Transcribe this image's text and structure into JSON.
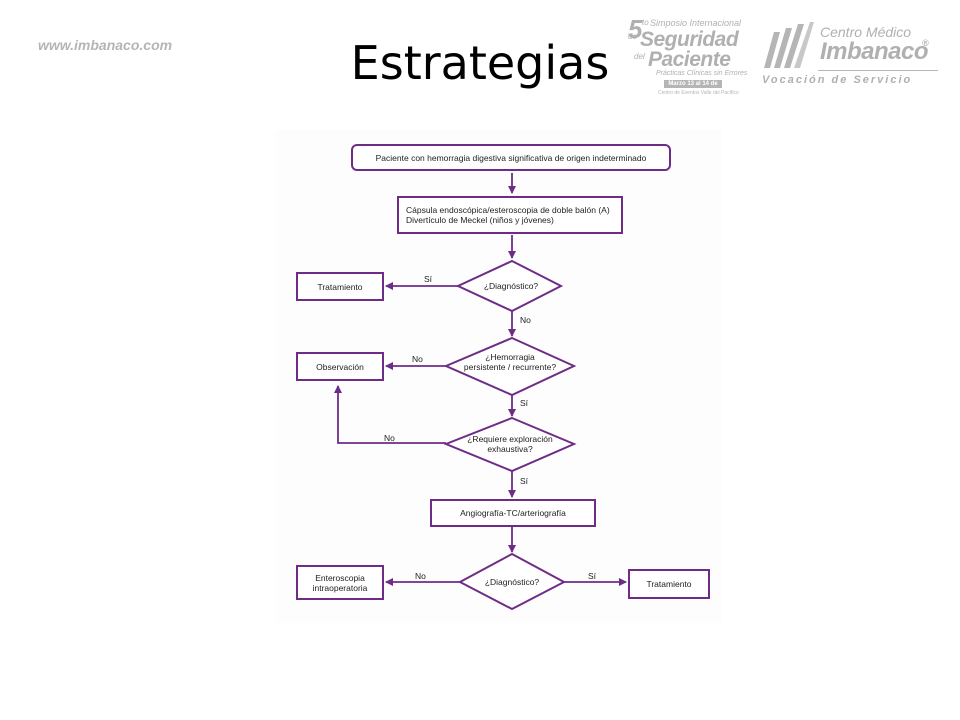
{
  "header": {
    "website": "www.imbanaco.com",
    "title": "Estrategias"
  },
  "logo_symposium": {
    "number": "5",
    "superscript": "to",
    "line1": "Simposio Internacional",
    "line2_small": "de",
    "line2": "Seguridad",
    "line3_small": "del",
    "line3": "Paciente",
    "line4": "Prácticas Clínicas sin Errores",
    "line5": "Marzo 13 al 14 de 2015",
    "line6": "Centro de Eventos Valle del Pacífico"
  },
  "logo_imbanaco": {
    "name_line1": "Centro Médico",
    "name_line2": "Imbanaco",
    "registered": "®",
    "tagline": "Vocación de Servicio"
  },
  "flowchart": {
    "start": "Paciente con hemorragia digestiva significativa de origen indeterminado",
    "step1_line1": "Cápsula endoscópica/esteroscopia de doble balón (A)",
    "step1_line2": "Divertículo de Meckel (niños y jóvenes)",
    "decision1": "¿Diagnóstico?",
    "treatment1": "Tratamiento",
    "yes1": "Sí",
    "no1": "No",
    "decision2_line1": "¿Hemorragia",
    "decision2_line2": "persistente / recurrente?",
    "observation": "Observación",
    "no2": "No",
    "yes2": "Sí",
    "decision3_line1": "¿Requiere exploración",
    "decision3_line2": "exhaustiva?",
    "no3": "No",
    "yes3": "Sí",
    "angiography": "Angiografía-TC/arteriografía",
    "decision4": "¿Diagnóstico?",
    "no4": "No",
    "yes4": "Sí",
    "enteroscopy_line1": "Enteroscopia",
    "enteroscopy_line2": "intraoperatoria",
    "treatment2": "Tratamiento"
  },
  "colors": {
    "accent": "#6f2c86",
    "logo_gray": "#b0b0b0"
  }
}
